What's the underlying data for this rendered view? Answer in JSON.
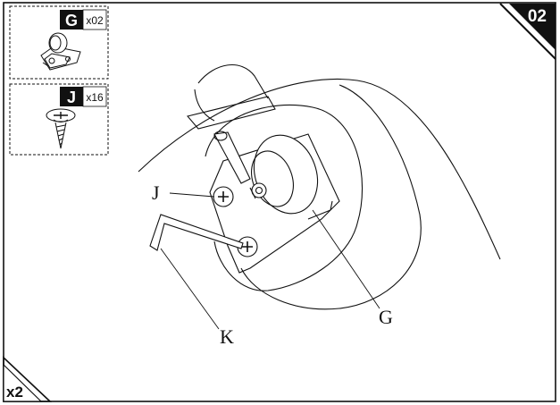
{
  "step": {
    "number": "02",
    "repeat": "x2"
  },
  "parts": [
    {
      "letter": "G",
      "qty": "x02",
      "icon": "caster-wheel-icon"
    },
    {
      "letter": "J",
      "qty": "x16",
      "icon": "screw-icon"
    }
  ],
  "callouts": {
    "screw": "J",
    "caster": "G",
    "wrench": "K"
  },
  "colors": {
    "ink": "#111111",
    "badge": "#111111",
    "background": "#ffffff"
  }
}
